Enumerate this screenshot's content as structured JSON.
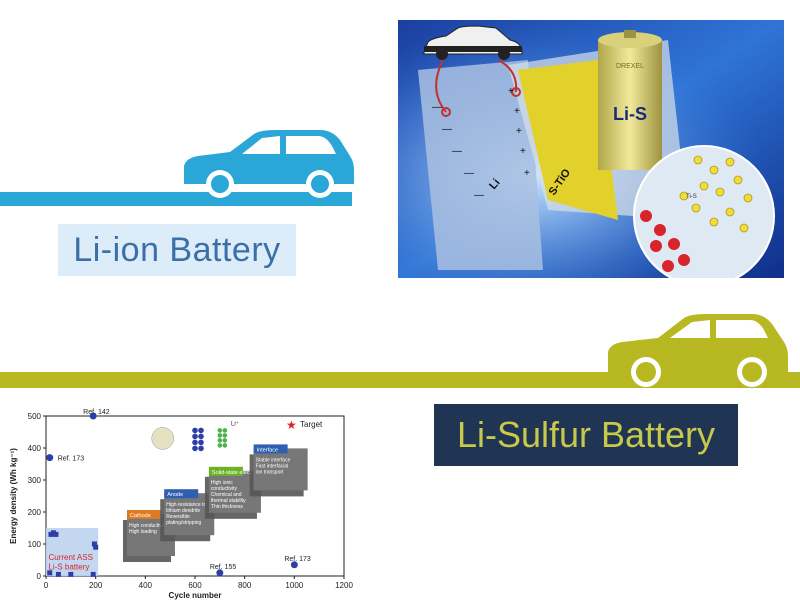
{
  "liion": {
    "label": "Li-ion Battery",
    "accent": "#2aa7d6",
    "label_bg": "#dcecf8",
    "label_color": "#3a6fa8"
  },
  "lis": {
    "label": "Li-Sulfur Battery",
    "accent": "#b7b822",
    "label_bg": "#1f3553",
    "label_color": "#c8c84a"
  },
  "illustration": {
    "cell_label": "Li-S",
    "cell_brand": "DREXEL",
    "cathode_label": "S-TiO",
    "anode_label": "Li",
    "reaction_label": "Ti-S"
  },
  "chart_data": {
    "type": "scatter",
    "xlabel": "Cycle number",
    "ylabel": "Energy density (Wh kg⁻¹)",
    "xlim": [
      0,
      1200
    ],
    "ylim": [
      0,
      500
    ],
    "xticks": [
      0,
      200,
      400,
      600,
      800,
      1000,
      1200
    ],
    "yticks": [
      0,
      100,
      200,
      300,
      400,
      500
    ],
    "legend": "Target",
    "series": [
      {
        "points": [
          [
            15,
            10
          ],
          [
            20,
            130
          ],
          [
            30,
            135
          ],
          [
            40,
            130
          ],
          [
            50,
            5
          ],
          [
            100,
            5
          ],
          [
            190,
            5
          ],
          [
            195,
            100
          ],
          [
            200,
            90
          ]
        ]
      },
      {
        "points": [
          [
            190,
            500
          ],
          [
            15,
            370
          ],
          [
            700,
            10
          ],
          [
            1000,
            35
          ]
        ]
      }
    ],
    "point_labels": [
      {
        "text": "Ref. 142",
        "x": 190,
        "y": 500
      },
      {
        "text": "Ref. 173",
        "x": 15,
        "y": 370
      },
      {
        "text": "Ref. 155",
        "x": 700,
        "y": 10
      },
      {
        "text": "Ref. 173",
        "x": 1000,
        "y": 35
      }
    ],
    "region_label": [
      "Current ASS",
      "Li-S battery"
    ],
    "stages": [
      {
        "title": "Cathode",
        "items": [
          "High conductivity",
          "High loading"
        ]
      },
      {
        "title": "Anode",
        "items": [
          "High resistance to",
          "lithium dendrite",
          "Reversible",
          "plating/stripping"
        ]
      },
      {
        "title": "Solid-state electrolyte",
        "items": [
          "High ionic",
          "conductivity",
          "Chemical and",
          "thermal stability",
          "Thin thickness"
        ]
      },
      {
        "title": "Interface",
        "items": [
          "Stable interface",
          "Fast interfacial",
          "ion transport"
        ]
      }
    ],
    "inset_label": "Li⁺"
  }
}
